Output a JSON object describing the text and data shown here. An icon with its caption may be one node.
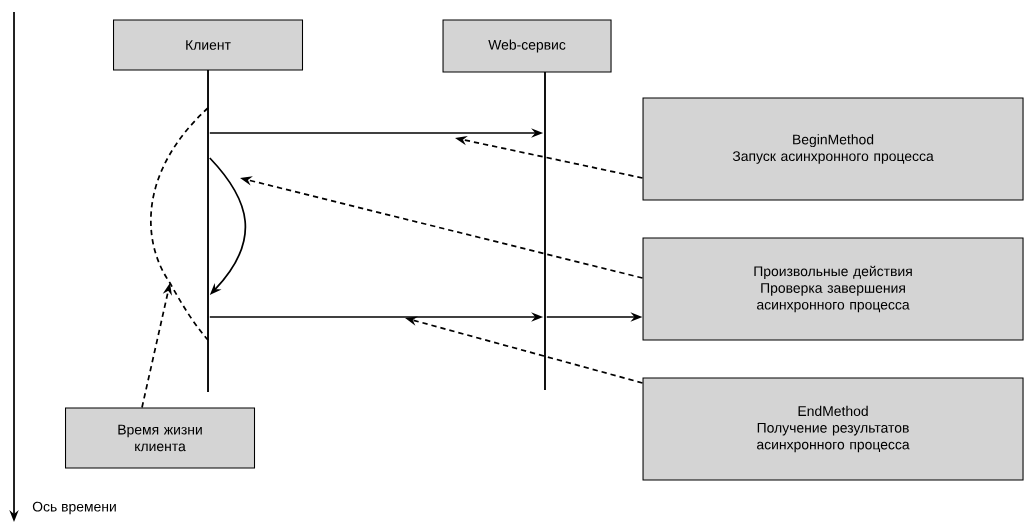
{
  "diagram": {
    "nodes": [
      {
        "text": [
          "Клиент"
        ]
      },
      {
        "text": [
          "Web-сервис"
        ]
      },
      {
        "text": [
          "BeginMethod",
          "Запуск асинхронного процесса"
        ]
      },
      {
        "text": [
          "Произвольные действия",
          "Проверка завершения асинхронного процесса"
        ]
      },
      {
        "text": [
          "EndMethod",
          "Получение результатов асинхронного процесса"
        ]
      },
      {
        "text": [
          "Время жизни клиента"
        ]
      },
      {
        "text": [],
        "shape": "bar"
      },
      {
        "text": [],
        "shape": "bar"
      },
      {
        "text": [],
        "shape": "curve"
      }
    ],
    "edges": [
      {
        "from": 6,
        "to": 7,
        "arrow": "to"
      },
      {
        "from": 6,
        "to": 6,
        "arrow": "to"
      },
      {
        "from": 6,
        "to": 7,
        "arrow": "to"
      },
      {
        "from": 7,
        "to": 3,
        "arrow": "to"
      },
      {
        "from": 2,
        "to": null,
        "arrow": "to",
        "style": "dashed"
      },
      {
        "from": 3,
        "to": null,
        "arrow": "to",
        "style": "dashed"
      },
      {
        "from": 4,
        "to": null,
        "arrow": "to",
        "style": "dashed"
      },
      {
        "from": 5,
        "to": 8,
        "arrow": "to",
        "style": "dashed"
      }
    ],
    "labels": [
      "Ось времени"
    ]
  }
}
